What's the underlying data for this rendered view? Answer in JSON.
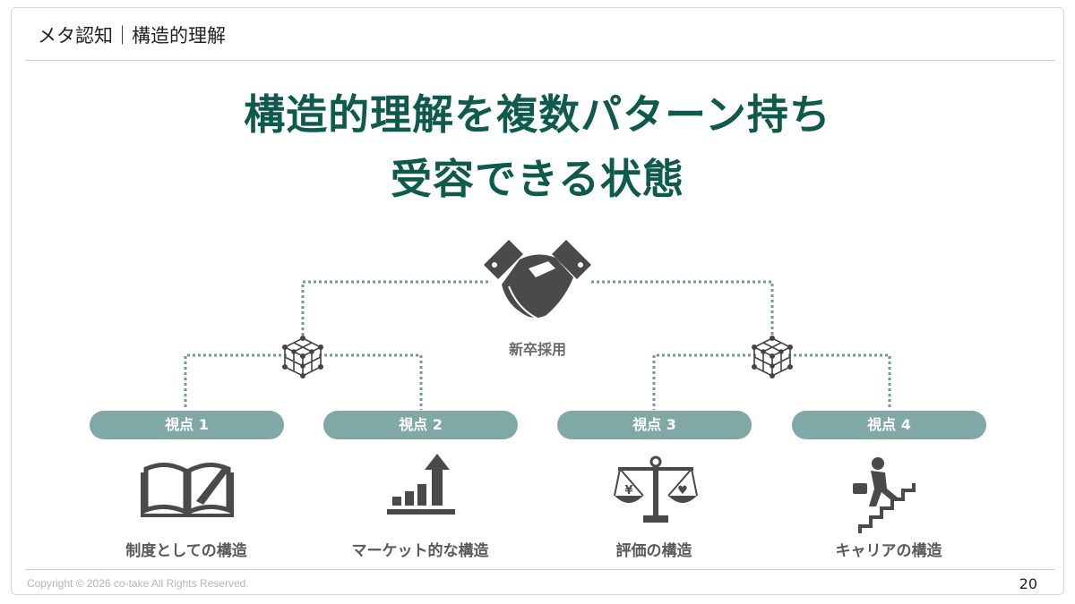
{
  "header": {
    "title": "メタ認知｜構造的理解"
  },
  "main": {
    "title_line1": "構造的理解を複数パターン持ち",
    "title_line2": "受容できる状態",
    "hub": {
      "label": "新卒採用",
      "icon": "handshake-icon"
    },
    "viewpoints": [
      {
        "pill": "視点 1",
        "label": "制度としての構造",
        "icon": "book-pen-icon"
      },
      {
        "pill": "視点 2",
        "label": "マーケット的な構造",
        "icon": "growth-chart-icon"
      },
      {
        "pill": "視点 3",
        "label": "評価の構造",
        "icon": "balance-scale-icon"
      },
      {
        "pill": "視点 4",
        "label": "キャリアの構造",
        "icon": "stairs-climb-icon"
      }
    ]
  },
  "footer": {
    "copyright": "Copyright © 2026 co-take All Rights Reserved.",
    "page_number": "20"
  },
  "colors": {
    "title": "#0e5a4c",
    "pill": "#80a8a4",
    "connector": "#6f9a97",
    "icon": "#4a4a4a"
  }
}
